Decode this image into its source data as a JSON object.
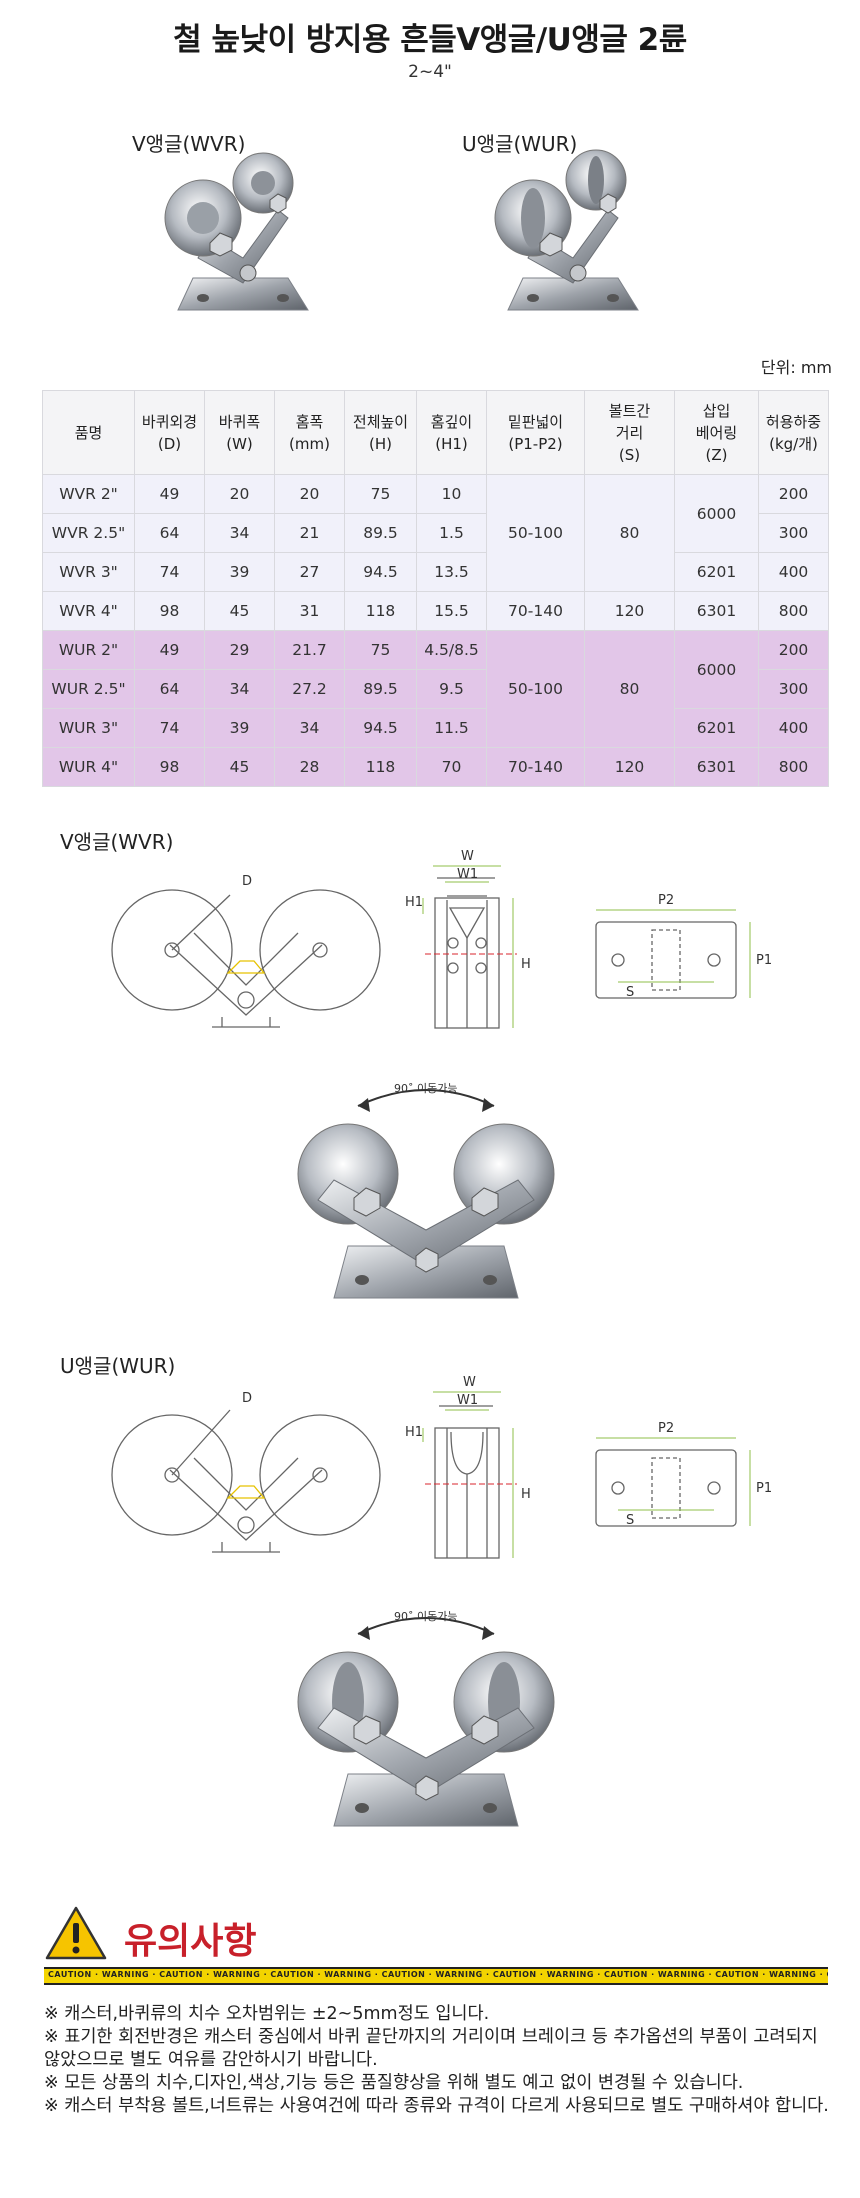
{
  "header": {
    "title": "철 높낮이 방지용 흔들V앵글/U앵글 2륜",
    "subtitle": "2~4\""
  },
  "products": {
    "wvr_label": "V앵글(WVR)",
    "wur_label": "U앵글(WUR)"
  },
  "table": {
    "unit": "단위: mm",
    "headers": [
      [
        "품명"
      ],
      [
        "바퀴외경",
        "(D)"
      ],
      [
        "바퀴폭",
        "(W)"
      ],
      [
        "홈폭",
        "(mm)"
      ],
      [
        "전체높이",
        "(H)"
      ],
      [
        "홈깊이",
        "(H1)"
      ],
      [
        "밑판넓이",
        "(P1-P2)"
      ],
      [
        "볼트간",
        "거리",
        "(S)"
      ],
      [
        "삽입",
        "베어링",
        "(Z)"
      ],
      [
        "허용하중",
        "(kg/개)"
      ]
    ],
    "wvr_rows": [
      {
        "name": "WVR 2\"",
        "d": "49",
        "w": "20",
        "groove": "20",
        "h": "75",
        "h1": "10"
      },
      {
        "name": "WVR 2.5\"",
        "d": "64",
        "w": "34",
        "groove": "21",
        "h": "89.5",
        "h1": "1.5"
      },
      {
        "name": "WVR 3\"",
        "d": "74",
        "w": "39",
        "groove": "27",
        "h": "94.5",
        "h1": "13.5"
      },
      {
        "name": "WVR 4\"",
        "d": "98",
        "w": "45",
        "groove": "31",
        "h": "118",
        "h1": "15.5"
      }
    ],
    "wur_rows": [
      {
        "name": "WUR 2\"",
        "d": "49",
        "w": "29",
        "groove": "21.7",
        "h": "75",
        "h1": "4.5/8.5"
      },
      {
        "name": "WUR 2.5\"",
        "d": "64",
        "w": "34",
        "groove": "27.2",
        "h": "89.5",
        "h1": "9.5"
      },
      {
        "name": "WUR 3\"",
        "d": "74",
        "w": "39",
        "groove": "34",
        "h": "94.5",
        "h1": "11.5"
      },
      {
        "name": "WUR 4\"",
        "d": "98",
        "w": "45",
        "groove": "28",
        "h": "118",
        "h1": "70"
      }
    ],
    "merged": {
      "p_small": "50-100",
      "p_large": "70-140",
      "s_small": "80",
      "s_large": "120",
      "z_6000": "6000",
      "z_6201": "6201",
      "z_6301": "6301",
      "load_200": "200",
      "load_300": "300",
      "load_400": "400",
      "load_800": "800"
    }
  },
  "drawings": {
    "wvr_label": "V앵글(WVR)",
    "wur_label": "U앵글(WUR)",
    "dim_d": "D",
    "dim_w": "W",
    "dim_w1": "W1",
    "dim_h1": "H1",
    "dim_h": "H",
    "dim_p2": "P2",
    "dim_p1": "P1",
    "dim_s": "S",
    "rotation_label": "90˚ 이동가능"
  },
  "caution": {
    "title": "유의사항",
    "tape_text": "CAUTION · WARNING · CAUTION · WARNING · CAUTION · WARNING · CAUTION · WARNING · CAUTION · WARNING · CAUTION · WARNING · CAUTION · WARNING · CAUTION · WARNING · CAUTION · WARNING · CAUTION · WARNING · CAUTION · WARNING · CAUTION · WARNING",
    "notes": [
      "※ 캐스터,바퀴류의 치수 오차범위는 ±2~5mm정도 입니다.",
      "※ 표기한 회전반경은 캐스터 중심에서 바퀴 끝단까지의 거리이며 브레이크 등 추가옵션의 부품이 고려되지 않았으므로 별도 여유를 감안하시기 바랍니다.",
      "※ 모든 상품의 치수,디자인,색상,기능 등은 품질향상을 위해 별도 예고 없이 변경될 수 있습니다.",
      "※ 캐스터 부착용 볼트,너트류는 사용여건에 따라 종류와 규격이 다르게 사용되므로 별도 구매하셔야 합니다."
    ]
  },
  "colors": {
    "wur_row_bg": "#e2c6e8",
    "wvr_row_bg": "#f1f1fa",
    "caution_red": "#c8202a",
    "tape_yellow": "#f3d400"
  }
}
